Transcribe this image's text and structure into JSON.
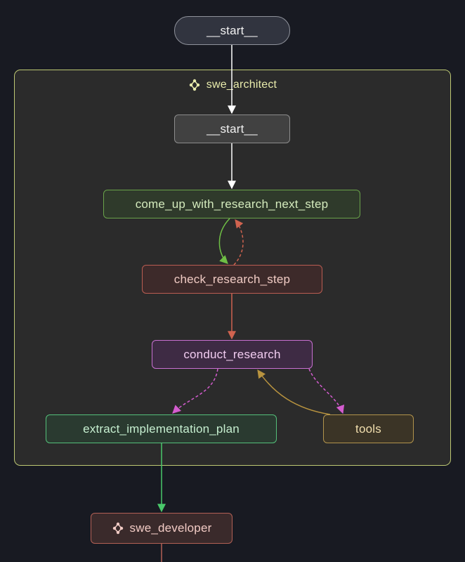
{
  "colors": {
    "background": "#181a22",
    "subgraph_border": "#bdc873",
    "edge_default": "#ffffff",
    "edge_research": "#6fbf45",
    "edge_check": "#d0634f",
    "edge_conduct": "#d45ccf",
    "edge_extract": "#49c86a",
    "edge_tools": "#b8933f"
  },
  "nodes": {
    "start_outer": "__start__",
    "subgraph_title": "swe_architect",
    "start_inner": "__start__",
    "research_next_step": "come_up_with_research_next_step",
    "check_research_step": "check_research_step",
    "conduct_research": "conduct_research",
    "extract_plan": "extract_implementation_plan",
    "tools": "tools",
    "developer": "swe_developer"
  },
  "icons": {
    "subgraph": "graph-icon",
    "developer": "graph-icon"
  }
}
